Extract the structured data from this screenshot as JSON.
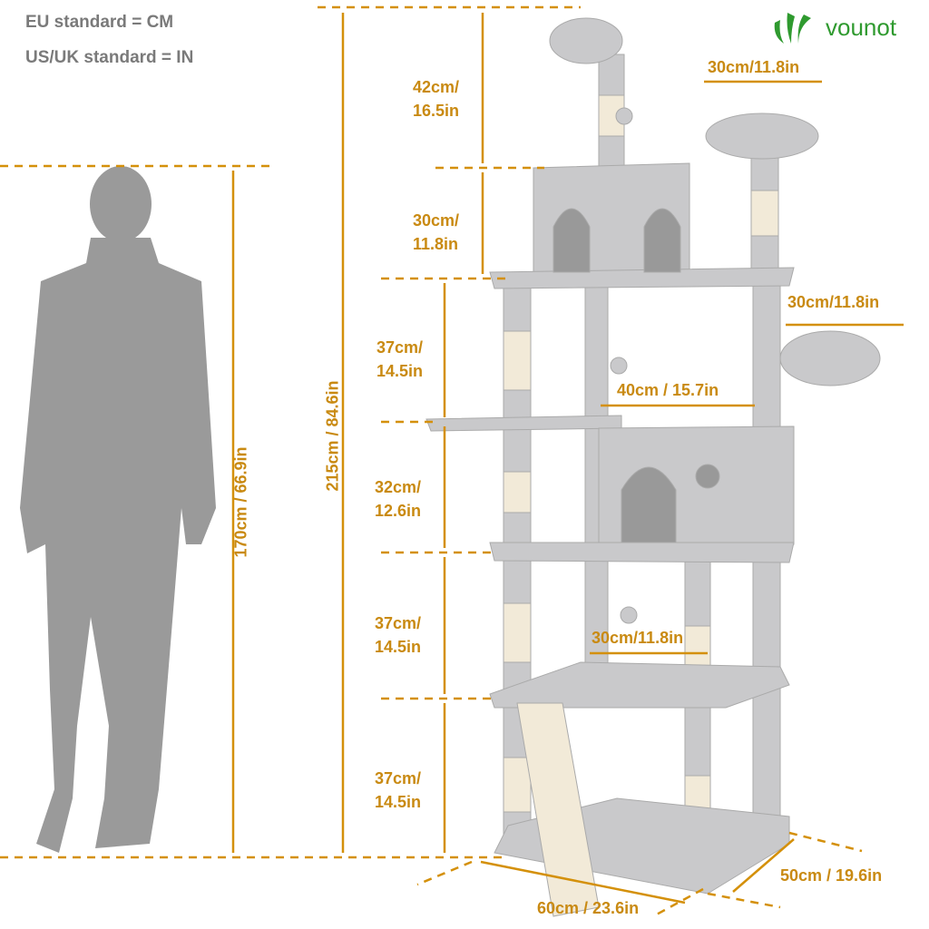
{
  "standards": {
    "eu": "EU standard = CM",
    "us": "US/UK standard = IN"
  },
  "brand": {
    "name": "vounot",
    "color": "#2f9a2f"
  },
  "accent_color": "#c98a12",
  "person_height": "170cm / 66.9in",
  "total_height": "215cm / 84.6in",
  "heights": [
    {
      "cm": "42cm/",
      "in": "16.5in"
    },
    {
      "cm": "30cm/",
      "in": "11.8in"
    },
    {
      "cm": "37cm/",
      "in": "14.5in"
    },
    {
      "cm": "32cm/",
      "in": "12.6in"
    },
    {
      "cm": "37cm/",
      "in": "14.5in"
    },
    {
      "cm": "37cm/",
      "in": "14.5in"
    }
  ],
  "widths": {
    "top_perch": "30cm/11.8in",
    "hammock": "30cm/11.8in",
    "condo": "40cm / 15.7in",
    "basket": "30cm/11.8in",
    "base_depth": "50cm / 19.6in",
    "base_width": "60cm / 23.6in"
  }
}
